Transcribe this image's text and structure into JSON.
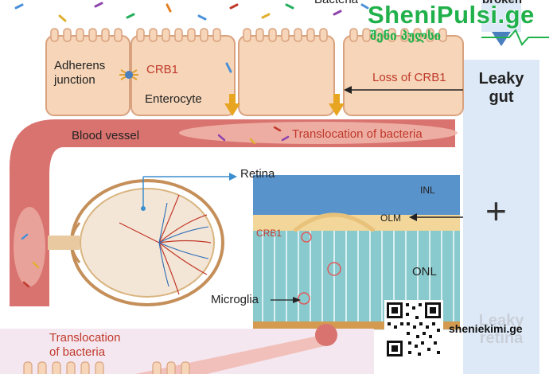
{
  "top_label_partial": "Bacteria",
  "top_right_partial": "broken",
  "panel": {
    "leaky_gut": "Leaky\ngut",
    "plus": "+",
    "leaky_retina": "Leaky\nretina"
  },
  "labels": {
    "adherens": "Adherens\njunction",
    "crb1_top": "CRB1",
    "enterocyte": "Enterocyte",
    "loss_of_crb1": "Loss of CRB1",
    "blood_vessel": "Blood vessel",
    "translocation_top": "Translocation of bacteria",
    "retina": "Retina",
    "inl": "INL",
    "olm": "OLM",
    "crb1_retina": "CRB1",
    "onl": "ONL",
    "microglia": "Microglia",
    "translocation_bottom": "Translocation\nof bacteria"
  },
  "watermark": {
    "brand": "SheniPulsi.ge",
    "brand_sub": "შენი პულსი",
    "site": "sheniekimi.ge"
  },
  "colors": {
    "cell": "#f6d5b8",
    "cell_edge": "#d9a27f",
    "vessel": "#d9736f",
    "panel": "#dde9f7",
    "label_red": "#c0392b",
    "brand_green": "#21b14b"
  }
}
